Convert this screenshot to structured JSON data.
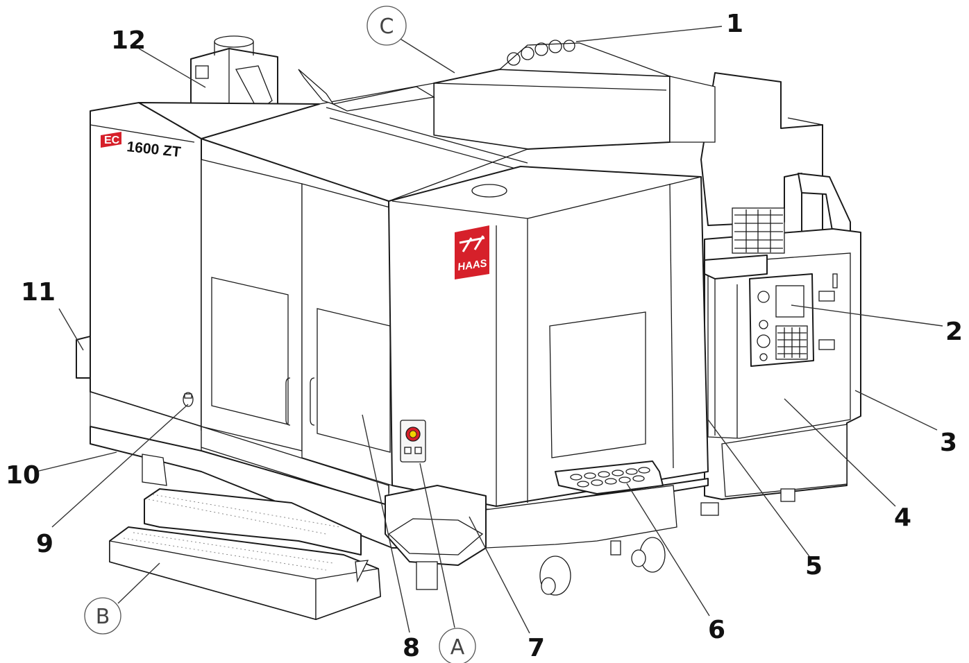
{
  "machine": {
    "model_label": "1600 ZT",
    "ec_badge": "EC",
    "brand_logo": "HAAS",
    "accent_color": "#d6202a"
  },
  "callouts_numbered": [
    "1",
    "2",
    "3",
    "4",
    "5",
    "6",
    "7",
    "8",
    "9",
    "10",
    "11",
    "12"
  ],
  "callouts_lettered": [
    "A",
    "B",
    "C"
  ]
}
